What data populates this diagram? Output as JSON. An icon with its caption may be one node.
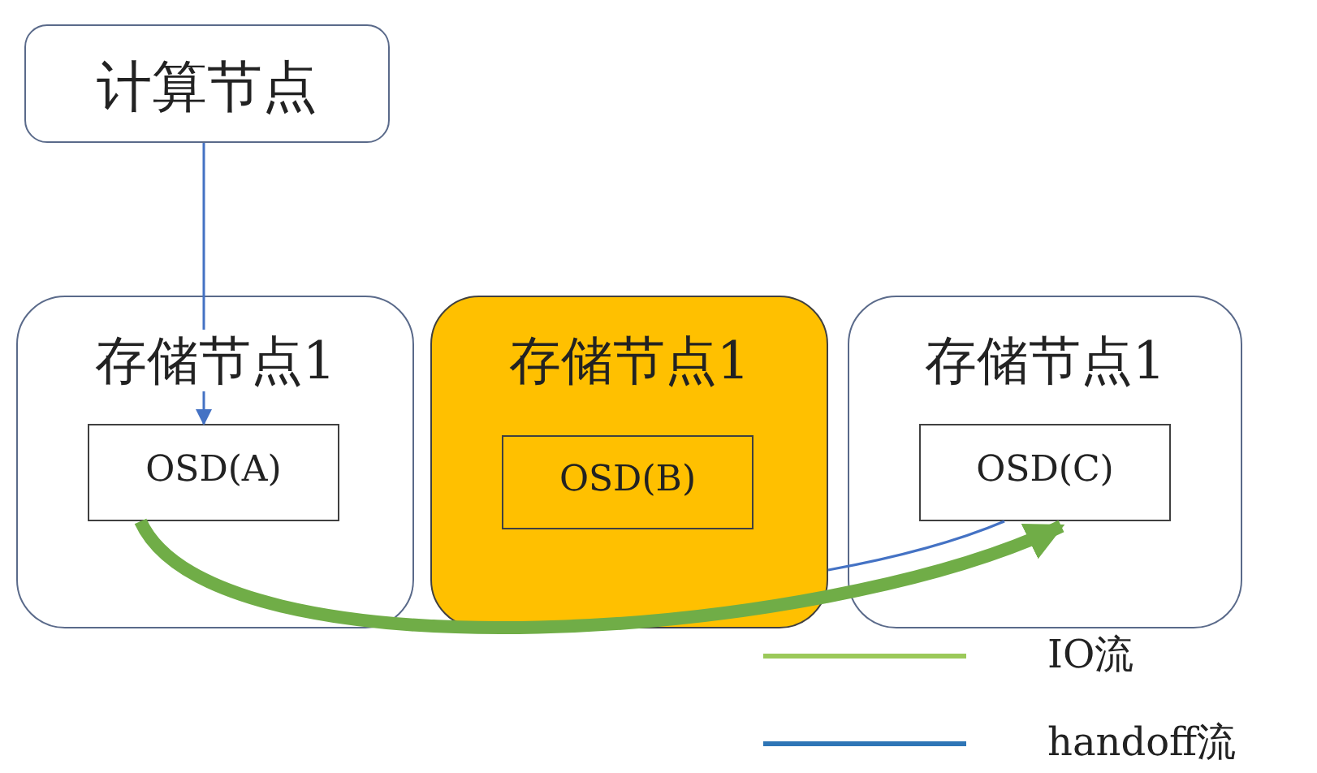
{
  "diagram": {
    "nodes": [
      {
        "text": [
          "计算节点"
        ]
      },
      {
        "text": [
          "存储节点1"
        ]
      },
      {
        "text": [
          "OSD(A)"
        ],
        "in": 1
      },
      {
        "text": [
          "存储节点1"
        ]
      },
      {
        "text": [
          "OSD(B)"
        ],
        "in": 3
      },
      {
        "text": [
          "存储节点1"
        ]
      },
      {
        "text": [
          "OSD(C)"
        ],
        "in": 5
      }
    ],
    "edges": [
      {
        "from": 0,
        "to": 2,
        "arrow": "to"
      },
      {
        "from": 2,
        "to": 6,
        "arrow": "to",
        "style": "thick",
        "color": "#70ad47"
      },
      {
        "from": 3,
        "to": 6,
        "arrow": "none"
      }
    ],
    "legend": [
      {
        "text": "IO流"
      },
      {
        "text": "handoff流"
      }
    ]
  }
}
